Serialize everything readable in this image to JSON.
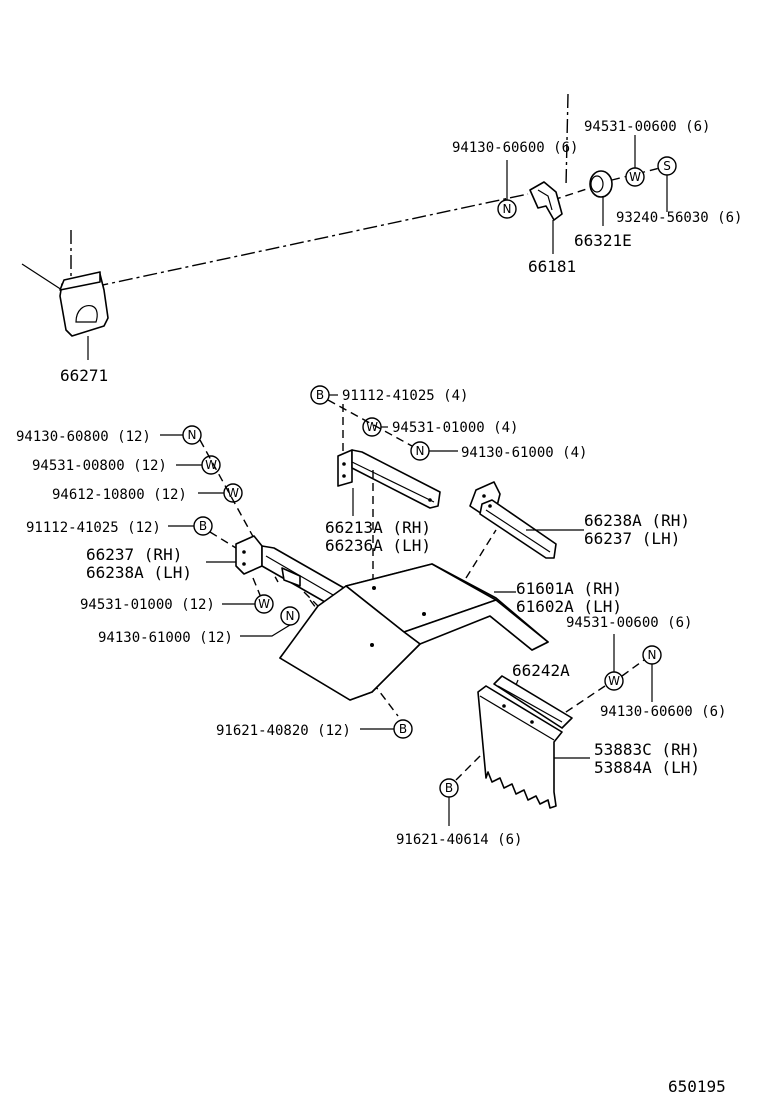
{
  "diagram_code": "650195",
  "symbols": {
    "nut": "N",
    "washer": "W",
    "bolt": "B",
    "screw": "S"
  },
  "labels": {
    "p94130_60600_top": "94130-60600 (6)",
    "p94531_00600_top": "94531-00600 (6)",
    "p93240_56030": "93240-56030 (6)",
    "p66321E": "66321E",
    "p66181": "66181",
    "p66271": "66271",
    "p91112_41025_4": "91112-41025 (4)",
    "p94531_01000_4": "94531-01000 (4)",
    "p94130_61000_4": "94130-61000 (4)",
    "p94130_60800_12": "94130-60800 (12)",
    "p94531_00800_12": "94531-00800 (12)",
    "p94612_10800_12": "94612-10800 (12)",
    "p91112_41025_12": "91112-41025 (12)",
    "p66237_rh": "66237   (RH)",
    "p66238A_lh": "66238A (LH)",
    "p66213A_rh": "66213A (RH)",
    "p66236A_lh": "66236A (LH)",
    "p66238A_rh": "66238A (RH)",
    "p66237_lh": "66237   (LH)",
    "p61601A_rh": "61601A (RH)",
    "p61602A_lh": "61602A (LH)",
    "p94531_01000_12": "94531-01000 (12)",
    "p94130_61000_12": "94130-61000 (12)",
    "p94531_00600_6": "94531-00600 (6)",
    "p66242A": "66242A",
    "p94130_60600_6": "94130-60600 (6)",
    "p53883C_rh": "53883C (RH)",
    "p53884A_lh": "53884A (LH)",
    "p91621_40820_12": "91621-40820 (12)",
    "p91621_40614_6": "91621-40614 (6)"
  }
}
